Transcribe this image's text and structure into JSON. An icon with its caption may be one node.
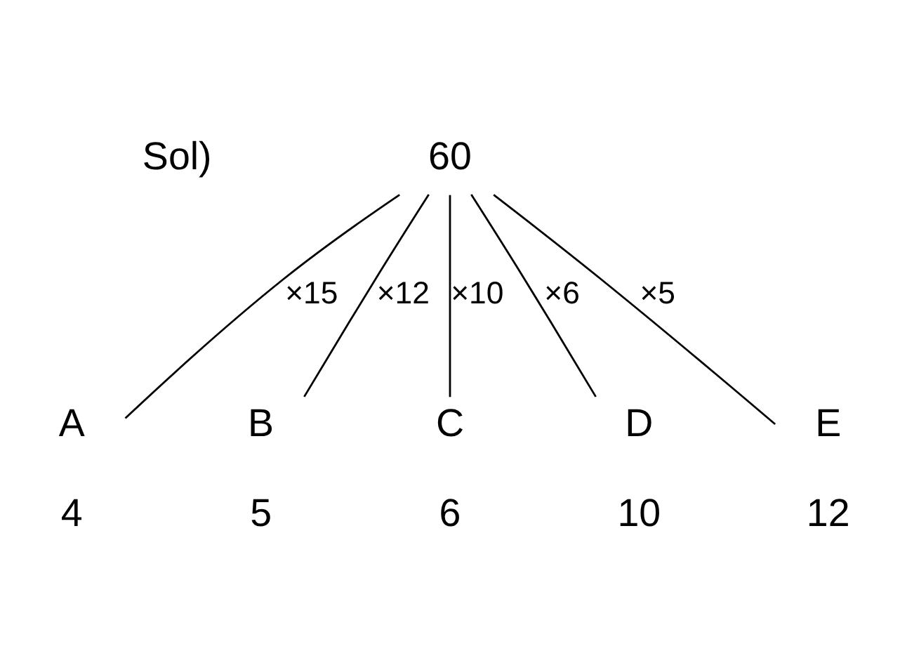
{
  "diagram": {
    "nodes": [
      {
        "text": [
          "60"
        ]
      },
      {
        "text": [
          "A"
        ],
        "beside": [
          "4"
        ]
      },
      {
        "text": [
          "B"
        ],
        "beside": [
          "5"
        ]
      },
      {
        "text": [
          "C"
        ],
        "beside": [
          "6"
        ]
      },
      {
        "text": [
          "D"
        ],
        "beside": [
          "10"
        ]
      },
      {
        "text": [
          "E"
        ],
        "beside": [
          "12"
        ]
      }
    ],
    "edges": [
      {
        "from": 0,
        "to": 1,
        "arrow": "none",
        "label": "×15"
      },
      {
        "from": 0,
        "to": 2,
        "arrow": "none",
        "label": "×12"
      },
      {
        "from": 0,
        "to": 3,
        "arrow": "none",
        "label": "×10"
      },
      {
        "from": 0,
        "to": 4,
        "arrow": "none",
        "label": "×6"
      },
      {
        "from": 0,
        "to": 5,
        "arrow": "none",
        "label": "×5"
      }
    ],
    "labels": [
      "Sol)"
    ]
  }
}
